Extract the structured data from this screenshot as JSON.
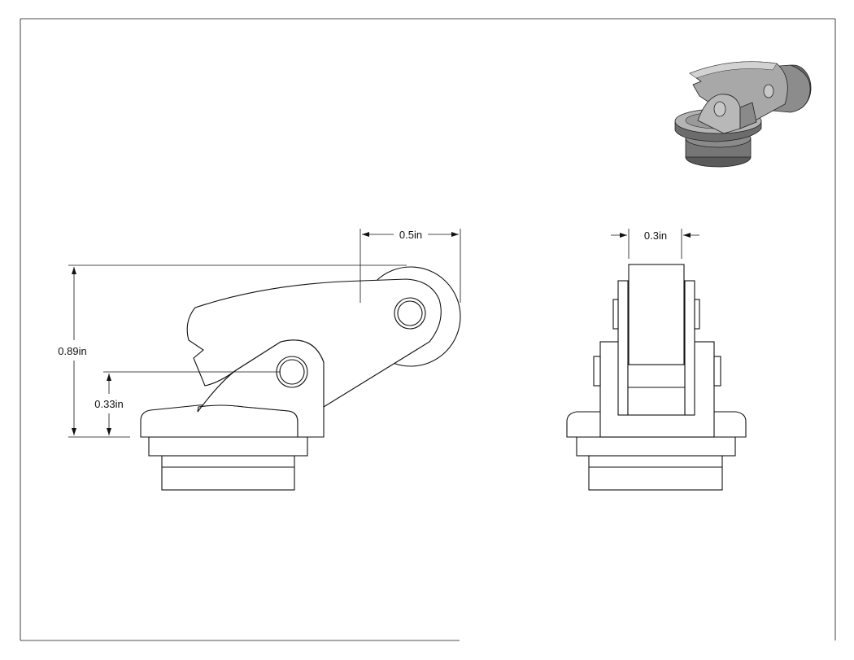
{
  "drawing": {
    "dimensions": {
      "front_width": "0.5in",
      "front_height": "0.89in",
      "front_pivot_height": "0.33in",
      "side_width": "0.3in"
    },
    "views": {
      "front": "front-view",
      "side": "side-view",
      "iso": "isometric-view"
    },
    "colors": {
      "line": "#111111",
      "iso_dark": "#5a5a5a",
      "iso_mid": "#8a8a8a",
      "iso_light": "#c4c4c4"
    }
  }
}
